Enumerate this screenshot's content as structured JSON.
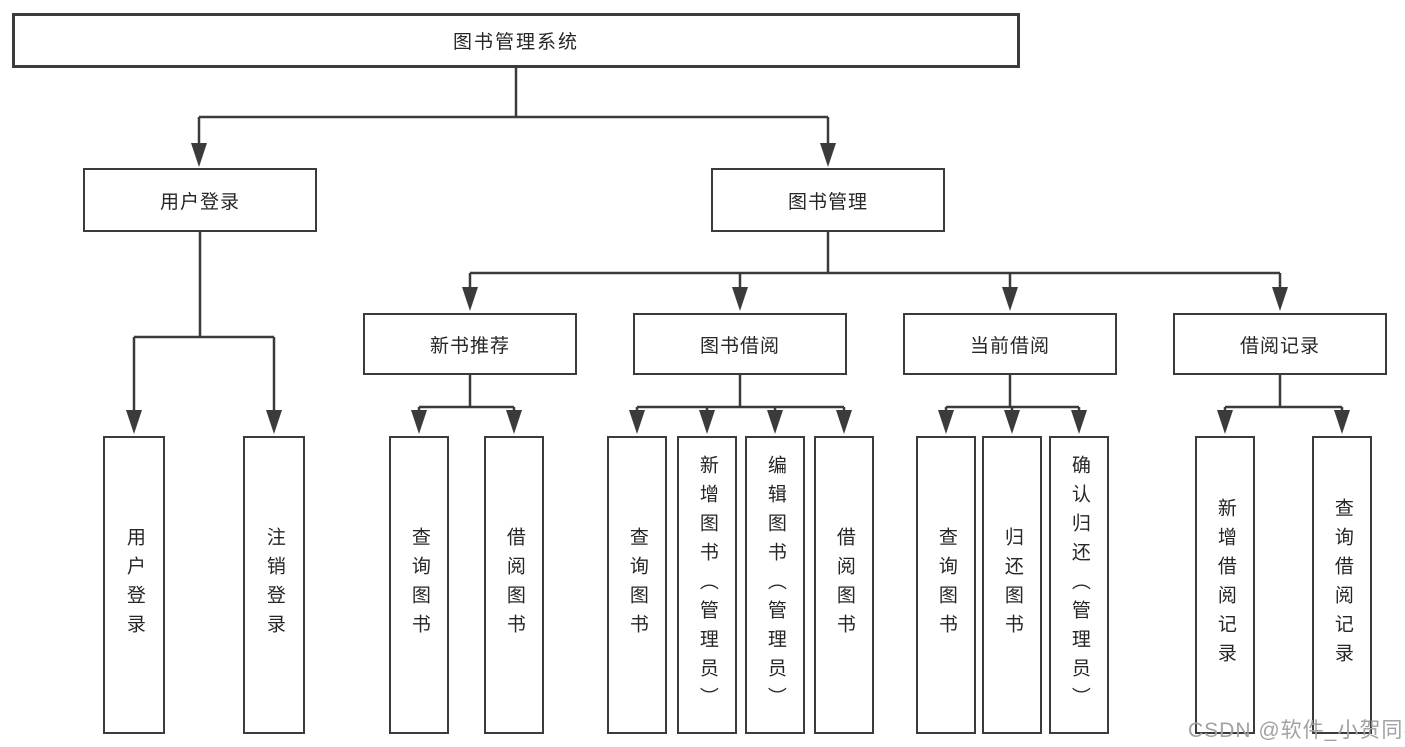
{
  "diagram_title": "图书管理系统",
  "nodes": {
    "root": "图书管理系统",
    "user_login": "用户登录",
    "book_management": "图书管理",
    "new_book_recommend": "新书推荐",
    "book_borrow": "图书借阅",
    "current_borrow": "当前借阅",
    "borrow_records": "借阅记录",
    "leaf_user_login": "用户登录",
    "leaf_logout": "注销登录",
    "leaf_query_books_a": "查询图书",
    "leaf_borrow_books_a": "借阅图书",
    "leaf_query_books_b": "查询图书",
    "leaf_add_books_admin": "新增图书（管理员）",
    "leaf_edit_books_admin": "编辑图书（管理员）",
    "leaf_borrow_books_b": "借阅图书",
    "leaf_query_books_c": "查询图书",
    "leaf_return_books": "归还图书",
    "leaf_confirm_return_admin": "确认归还（管理员）",
    "leaf_add_borrow_record": "新增借阅记录",
    "leaf_query_borrow_record": "查询借阅记录"
  },
  "watermark": "CSDN @软件_小贺同学",
  "colors": {
    "line": "#3b3b3b",
    "text": "#262626",
    "background": "#ffffff",
    "watermark": "#a2a2a2"
  }
}
